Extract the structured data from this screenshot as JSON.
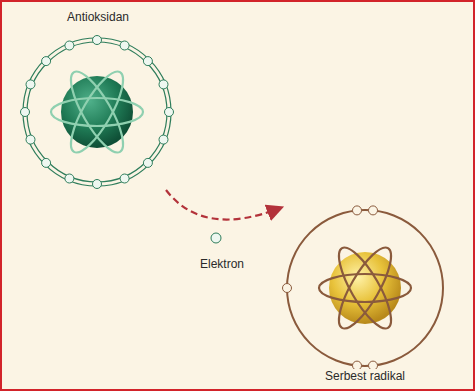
{
  "diagram": {
    "nodes": [
      {
        "text": [
          "Antioksidan"
        ]
      },
      {
        "text": [
          "Elektron"
        ]
      },
      {
        "text": [
          "Serbest radikal"
        ]
      }
    ],
    "edges": [
      {
        "from": 0,
        "to": 2,
        "arrow": "to"
      }
    ]
  }
}
